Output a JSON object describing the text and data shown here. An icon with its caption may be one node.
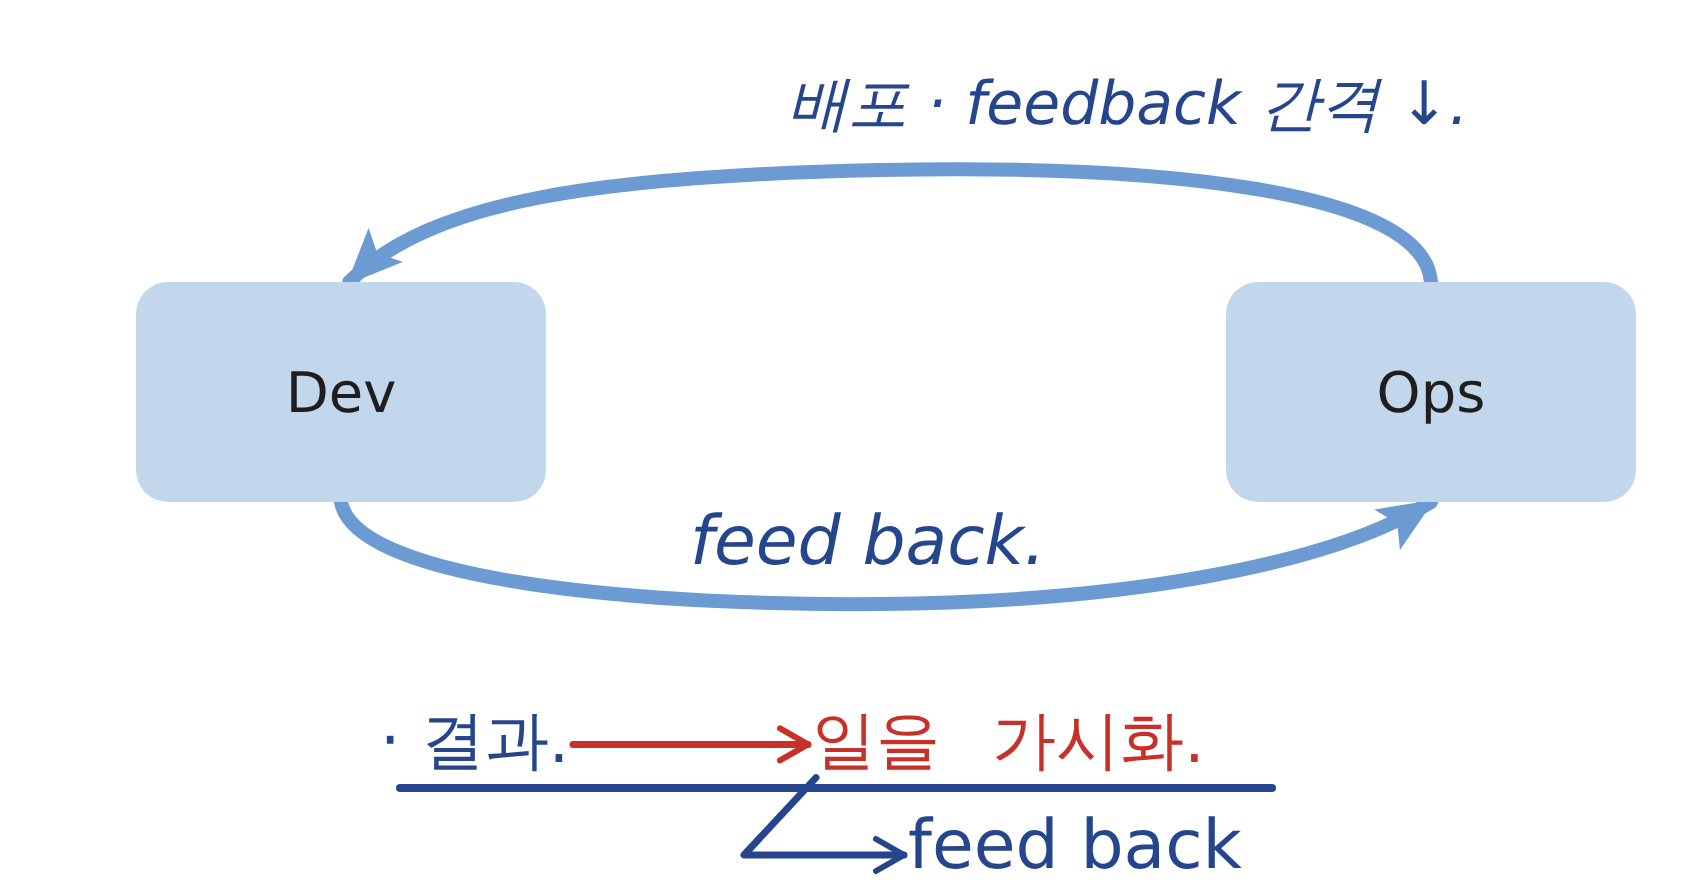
{
  "diagram": {
    "nodes": [
      {
        "text": [
          "Dev"
        ]
      },
      {
        "text": [
          "Ops"
        ]
      },
      {
        "text": [
          "· 결과."
        ]
      },
      {
        "text": [
          "일을 가시화."
        ]
      },
      {
        "text": [
          "feed back"
        ]
      }
    ],
    "edges": [
      {
        "from": 1,
        "to": 0,
        "arrow": "to",
        "label": "배포 · feedback 간격 ↓.",
        "style": "thick"
      },
      {
        "from": 0,
        "to": 1,
        "arrow": "to",
        "label": "feed back.",
        "style": "thick"
      },
      {
        "from": 2,
        "to": 3,
        "arrow": "to",
        "color": "#c8302a"
      },
      {
        "from": 3,
        "to": 4,
        "arrow": "to",
        "color": "#25468d"
      }
    ]
  }
}
